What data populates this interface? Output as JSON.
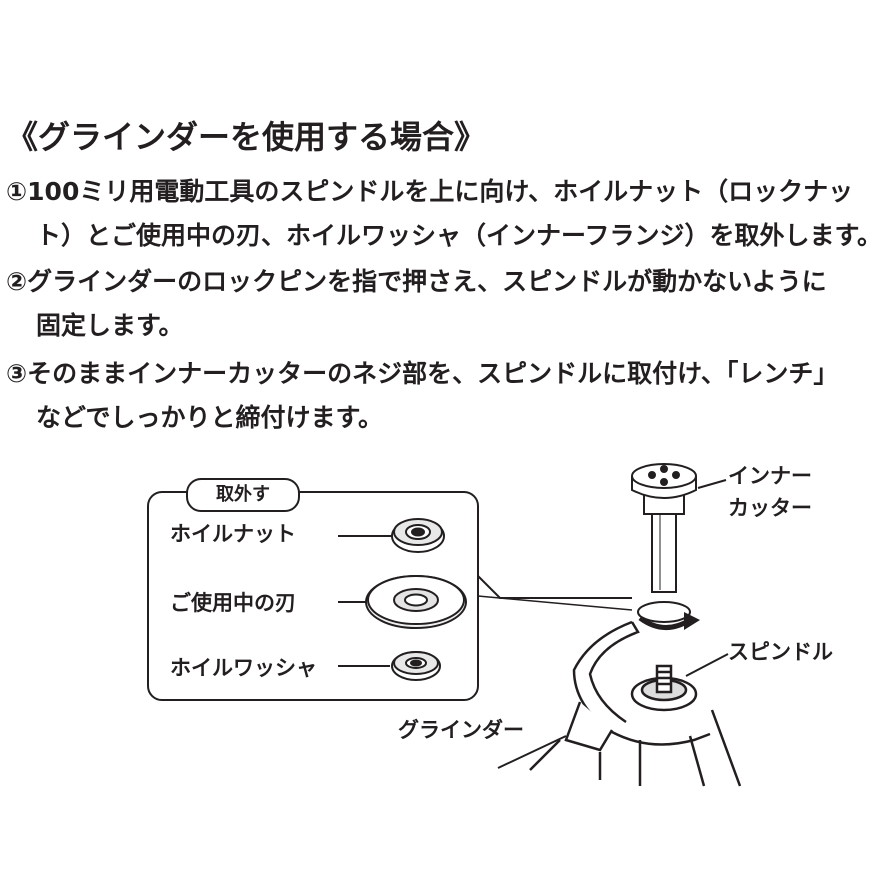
{
  "title": "《グラインダーを使用する場合》",
  "steps": [
    {
      "lines": [
        "①100ミリ用電動工具のスピンドルを上に向け、ホイルナット（ロックナッ",
        "ト）とご使用中の刃、ホイルワッシャ（インナーフランジ）を取外します。"
      ]
    },
    {
      "lines": [
        "②グラインダーのロックピンを指で押さえ、スピンドルが動かないように",
        "固定します。"
      ]
    },
    {
      "lines": [
        "③そのままインナーカッターのネジ部を、スピンドルに取付け、「レンチ」",
        "などでしっかりと締付けます。"
      ]
    }
  ],
  "diagram": {
    "box_title": "取外す",
    "parts": {
      "wheel_nut": "ホイルナット",
      "blade": "ご使用中の刃",
      "washer": "ホイルワッシャ"
    },
    "inner_cutter": [
      "インナー",
      "カッター"
    ],
    "spindle": "スピンドル",
    "grinder": "グラインダー"
  }
}
